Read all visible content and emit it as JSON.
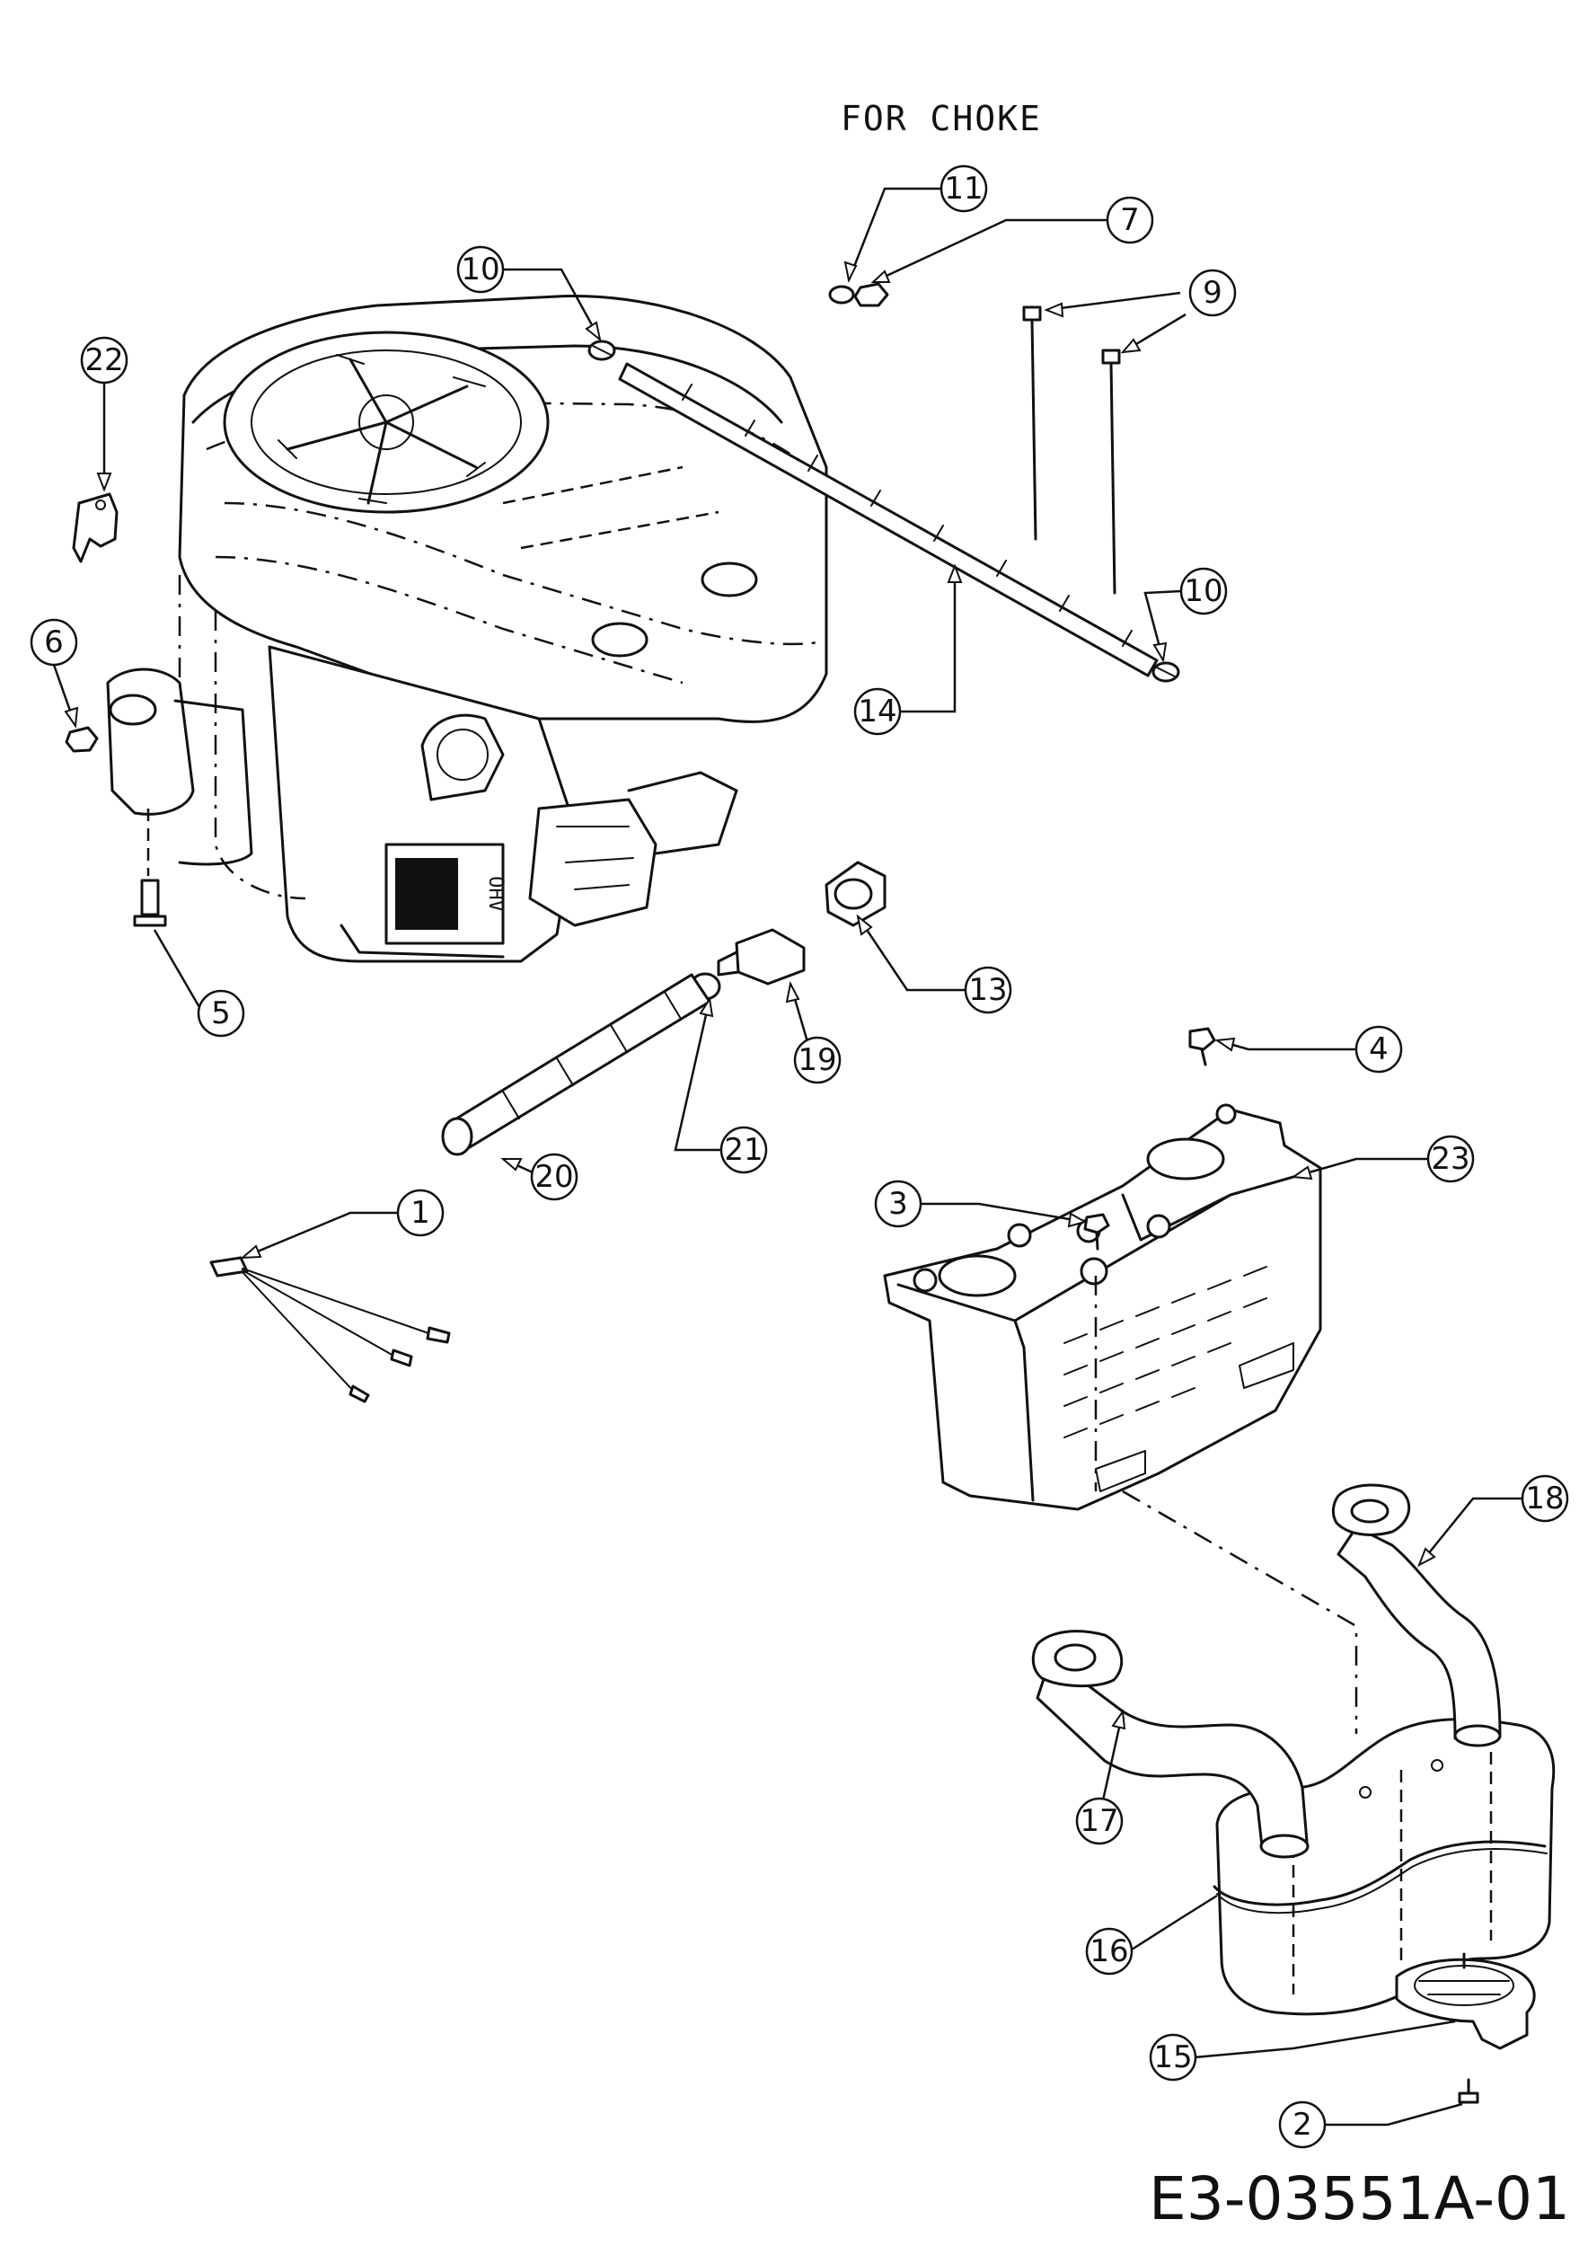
{
  "note": "FOR CHOKE",
  "document_id": "E3-03551A-01",
  "callouts": [
    {
      "id": "c1",
      "label": "1"
    },
    {
      "id": "c2",
      "label": "2"
    },
    {
      "id": "c3",
      "label": "3"
    },
    {
      "id": "c4",
      "label": "4"
    },
    {
      "id": "c5",
      "label": "5"
    },
    {
      "id": "c6",
      "label": "6"
    },
    {
      "id": "c7",
      "label": "7"
    },
    {
      "id": "c9",
      "label": "9"
    },
    {
      "id": "c10a",
      "label": "10"
    },
    {
      "id": "c10b",
      "label": "10"
    },
    {
      "id": "c11",
      "label": "11"
    },
    {
      "id": "c13",
      "label": "13"
    },
    {
      "id": "c14",
      "label": "14"
    },
    {
      "id": "c15",
      "label": "15"
    },
    {
      "id": "c16",
      "label": "16"
    },
    {
      "id": "c17",
      "label": "17"
    },
    {
      "id": "c18",
      "label": "18"
    },
    {
      "id": "c19",
      "label": "19"
    },
    {
      "id": "c20",
      "label": "20"
    },
    {
      "id": "c21",
      "label": "21"
    },
    {
      "id": "c22",
      "label": "22"
    },
    {
      "id": "c23",
      "label": "23"
    }
  ]
}
